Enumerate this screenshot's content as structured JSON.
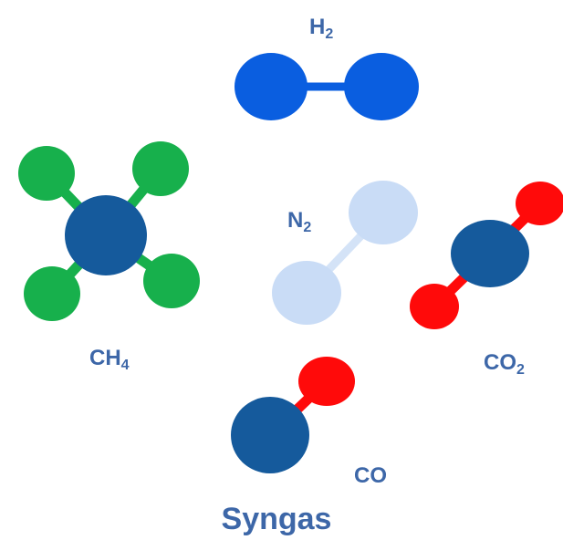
{
  "colors": {
    "hydrogen_blue": "#0a5ee0",
    "carbon_navy": "#155a9c",
    "methane_green": "#17b04c",
    "nitrogen_light": "#c9dcf6",
    "nitrogen_bond": "#d4e3f7",
    "oxygen_red": "#ff0a0a",
    "label_color": "#3d67a8"
  },
  "molecules": {
    "h2": {
      "base": "H",
      "sub": "2"
    },
    "n2": {
      "base": "N",
      "sub": "2"
    },
    "ch4": {
      "base": "CH",
      "sub": "4"
    },
    "co2": {
      "base": "CO",
      "sub": "2"
    },
    "co": {
      "base": "CO",
      "sub": ""
    }
  },
  "title": "Syngas"
}
